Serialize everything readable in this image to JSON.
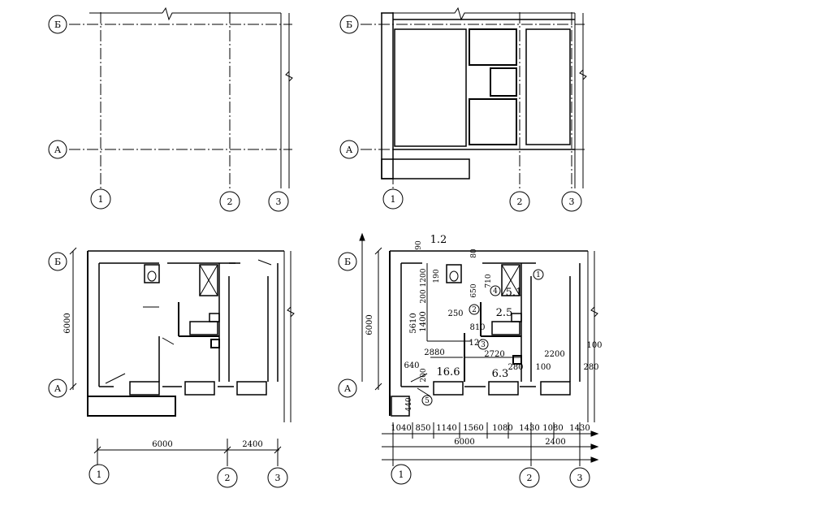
{
  "axes": {
    "row_B": "Б",
    "row_A": "А",
    "col_1": "1",
    "col_2": "2",
    "col_3": "3"
  },
  "dims": {
    "d6000": "6000",
    "d2400": "2400",
    "d5610": "5610",
    "d1400": "1400",
    "d1200": "1200",
    "d200": "200",
    "d190": "190",
    "d90": "90",
    "d80": "80",
    "d650": "650",
    "d710": "710",
    "d250": "250",
    "d810": "810",
    "d120": "120",
    "d2880": "2880",
    "d2720": "2720",
    "d2200": "2200",
    "d100": "100",
    "d640": "640",
    "d280": "280",
    "d440": "440",
    "d1040": "1040",
    "d850": "850",
    "d1140": "1140",
    "d1560": "1560",
    "d1080": "1080",
    "d1430": "1430"
  },
  "areas": {
    "a1_2": "1.2",
    "a5_1": "5.1",
    "a2_5": "2.5",
    "a16_6": "16.6",
    "a6_3": "6.3"
  },
  "markers": {
    "m1": "1",
    "m2": "2",
    "m3": "3",
    "m4": "4",
    "m5": "5"
  }
}
